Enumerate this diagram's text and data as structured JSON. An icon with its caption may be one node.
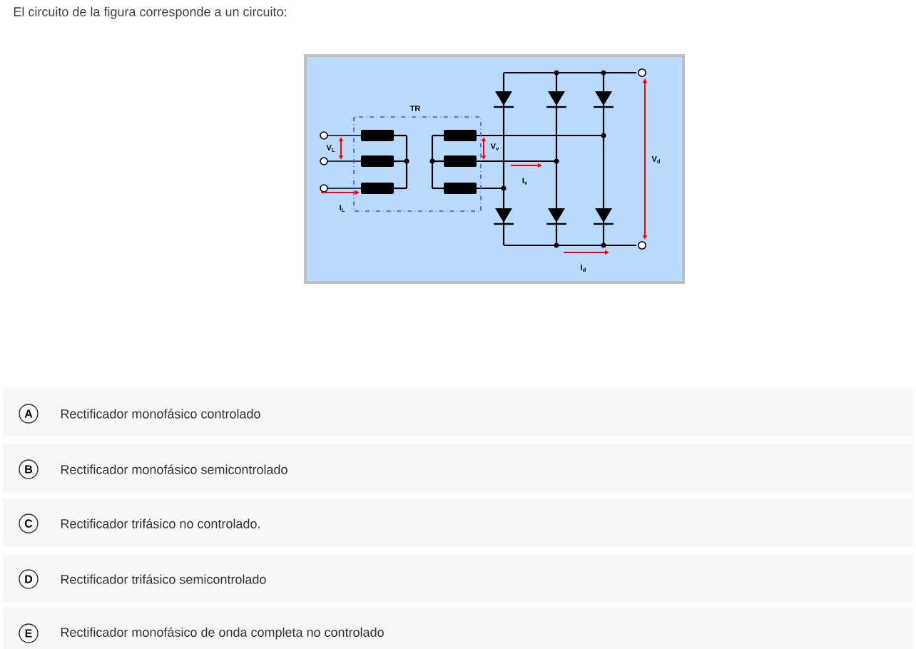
{
  "diagram": {
    "title": "El circuito de la figura corresponde a un circuito:",
    "nodes": [
      {
        "text": [
          "A",
          "Rectificador monofásico controlado"
        ]
      },
      {
        "text": [
          "B",
          "Rectificador monofásico semicontrolado"
        ]
      },
      {
        "text": [
          "C",
          "Rectificador trifásico no controlado."
        ]
      },
      {
        "text": [
          "D",
          "Rectificador trifásico semicontrolado"
        ]
      },
      {
        "text": [
          "E",
          "Rectificador monofásico de onda completa no controlado"
        ]
      }
    ],
    "labels": [
      "TR",
      "V$_{L}$",
      "V$_{v}$",
      "V$_{d}$",
      "I$_{v}$",
      "I$_{L}$",
      "I$_{d}$"
    ]
  }
}
